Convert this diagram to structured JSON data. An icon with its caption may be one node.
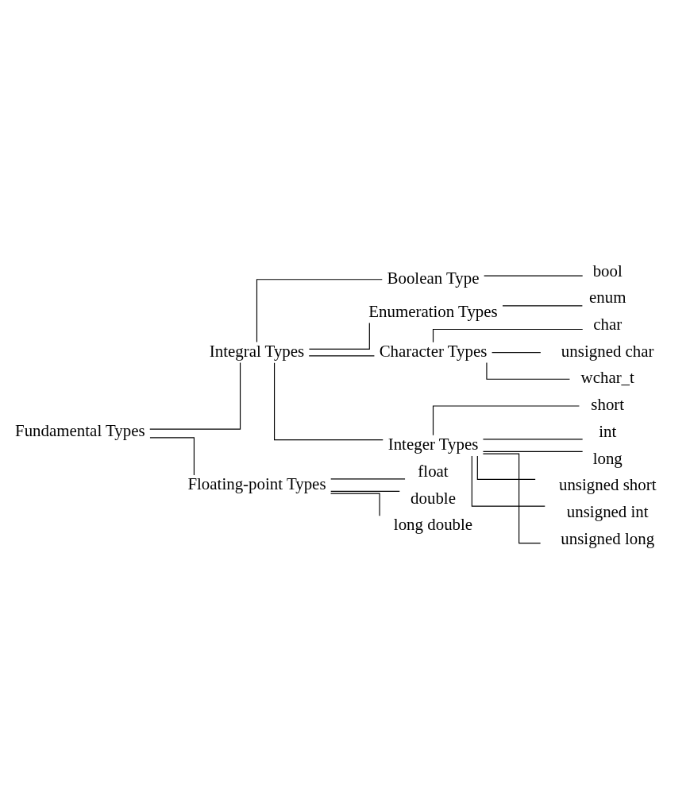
{
  "diagram": {
    "nodes": [
      {
        "text": [
          "Fundamental Types"
        ]
      },
      {
        "text": [
          "Integral Types"
        ]
      },
      {
        "text": [
          "Boolean Type"
        ]
      },
      {
        "text": [
          "bool"
        ]
      },
      {
        "text": [
          "Enumeration Types"
        ]
      },
      {
        "text": [
          "enum"
        ]
      },
      {
        "text": [
          "Character Types"
        ]
      },
      {
        "text": [
          "char"
        ]
      },
      {
        "text": [
          "unsigned char"
        ]
      },
      {
        "text": [
          "wchar_t"
        ]
      },
      {
        "text": [
          "Integer Types"
        ]
      },
      {
        "text": [
          "short"
        ]
      },
      {
        "text": [
          "int"
        ]
      },
      {
        "text": [
          "long"
        ]
      },
      {
        "text": [
          "unsigned short"
        ]
      },
      {
        "text": [
          "unsigned int"
        ]
      },
      {
        "text": [
          "unsigned long"
        ]
      },
      {
        "text": [
          "Floating-point Types"
        ]
      },
      {
        "text": [
          "float"
        ]
      },
      {
        "text": [
          "double"
        ]
      },
      {
        "text": [
          "long double"
        ]
      }
    ],
    "edges": [
      {
        "from": 0,
        "to": 1,
        "arrow": "none"
      },
      {
        "from": 1,
        "to": 2,
        "arrow": "none"
      },
      {
        "from": 2,
        "to": 3,
        "arrow": "none"
      },
      {
        "from": 1,
        "to": 4,
        "arrow": "none"
      },
      {
        "from": 4,
        "to": 5,
        "arrow": "none"
      },
      {
        "from": 1,
        "to": 6,
        "arrow": "none"
      },
      {
        "from": 6,
        "to": 7,
        "arrow": "none"
      },
      {
        "from": 6,
        "to": 8,
        "arrow": "none"
      },
      {
        "from": 6,
        "to": 9,
        "arrow": "none"
      },
      {
        "from": 1,
        "to": 10,
        "arrow": "none"
      },
      {
        "from": 10,
        "to": 11,
        "arrow": "none"
      },
      {
        "from": 10,
        "to": 12,
        "arrow": "none"
      },
      {
        "from": 10,
        "to": 13,
        "arrow": "none"
      },
      {
        "from": 10,
        "to": 14,
        "arrow": "none"
      },
      {
        "from": 10,
        "to": 15,
        "arrow": "none"
      },
      {
        "from": 10,
        "to": 16,
        "arrow": "none"
      },
      {
        "from": 0,
        "to": 17,
        "arrow": "none"
      },
      {
        "from": 17,
        "to": 18,
        "arrow": "none"
      },
      {
        "from": 17,
        "to": 19,
        "arrow": "none"
      },
      {
        "from": 17,
        "to": 20,
        "arrow": "none"
      }
    ]
  }
}
